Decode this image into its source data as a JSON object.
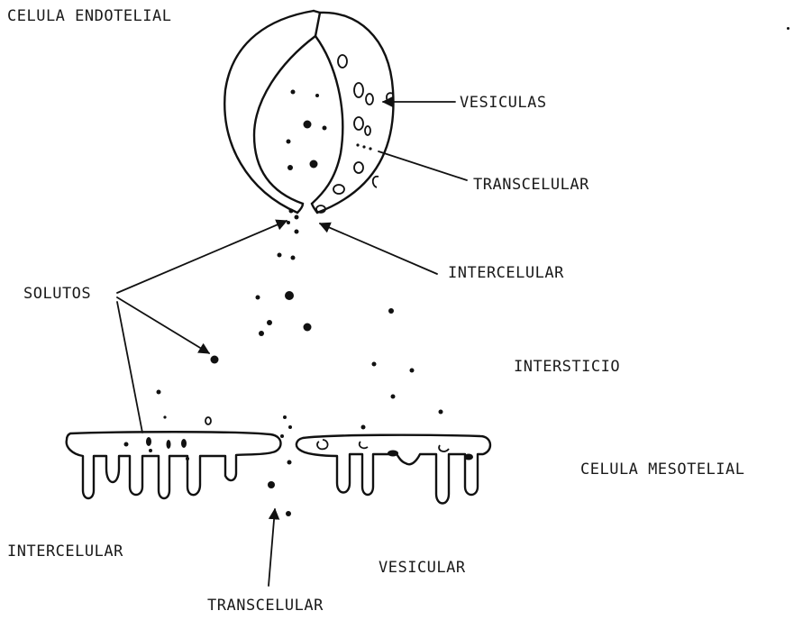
{
  "labels": {
    "endothelial_cell": "CELULA ENDOTELIAL",
    "vesicles": "VESICULAS",
    "transcellular_upper": "TRANSCELULAR",
    "intercellular_upper": "INTERCELULAR",
    "solutes": "SOLUTOS",
    "interstitium": "INTERSTICIO",
    "mesothelial_cell": "CELULA MESOTELIAL",
    "intercellular_lower": "INTERCELULAR",
    "vesicular": "VESICULAR",
    "transcellular_lower": "TRANSCELULAR"
  },
  "colors": {
    "ink": "#111111",
    "paper": "#ffffff"
  }
}
